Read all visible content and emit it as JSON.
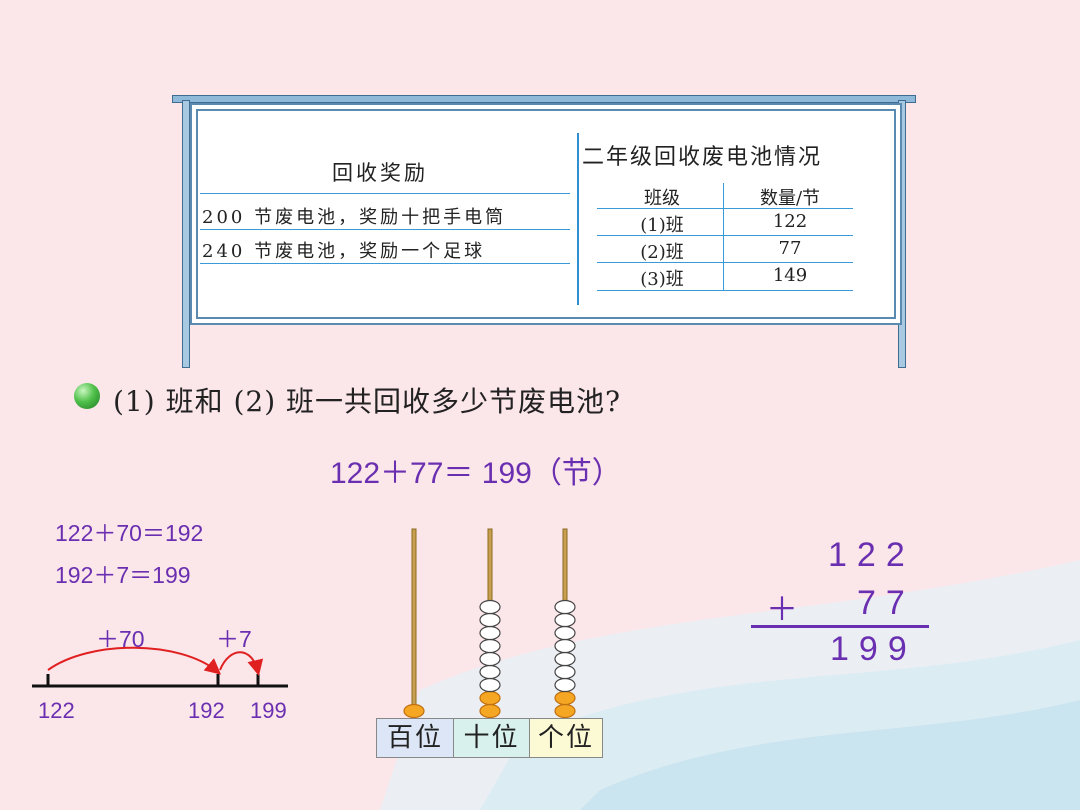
{
  "board": {
    "reward_title": "回收奖励",
    "reward_rows": [
      "200 节废电池，奖励十把手电筒",
      "240 节废电池，奖励一个足球"
    ],
    "stats_title": "二年级回收废电池情况",
    "stats_headers": [
      "班级",
      "数量/节"
    ],
    "stats_rows": [
      {
        "class": "(1)班",
        "count": "122"
      },
      {
        "class": "(2)班",
        "count": "77"
      },
      {
        "class": "(3)班",
        "count": "149"
      }
    ]
  },
  "question": "(1) 班和 (2) 班一共回收多少节废电池?",
  "equation": {
    "expr": "122＋77＝ 199",
    "unit": "（节）"
  },
  "steps": [
    "122＋70＝192",
    "192＋7＝199"
  ],
  "number_line": {
    "jump_labels": [
      "＋70",
      "＋7"
    ],
    "points": [
      "122",
      "192",
      "199"
    ]
  },
  "abacus": {
    "columns": [
      "百位",
      "十位",
      "个位"
    ],
    "counts": {
      "hundreds": 1,
      "tens": 9,
      "ones": 9
    },
    "colors": {
      "hundred_bead": "#f5a623",
      "unit_bead": "#ffffff",
      "new_bead": "#f5a623"
    }
  },
  "vertical": {
    "top": "122",
    "op": "＋",
    "bottom": "77",
    "result": "199"
  },
  "colors": {
    "accent": "#6a2fb0",
    "board_line": "#3a9ad8",
    "arrow": "#e02020"
  }
}
